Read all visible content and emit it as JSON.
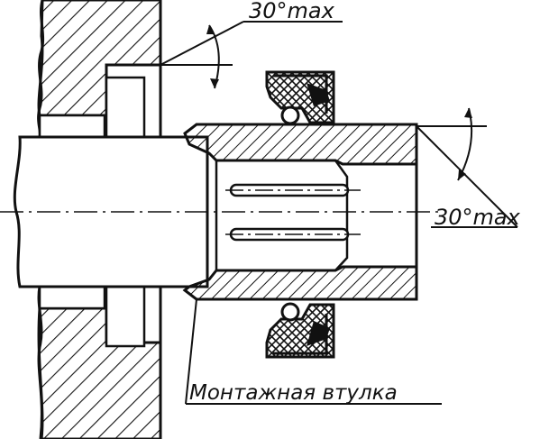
{
  "annotations": {
    "angle_top": "30°max",
    "angle_right": "30°max",
    "sleeve_label": "Монтажная втулка"
  }
}
